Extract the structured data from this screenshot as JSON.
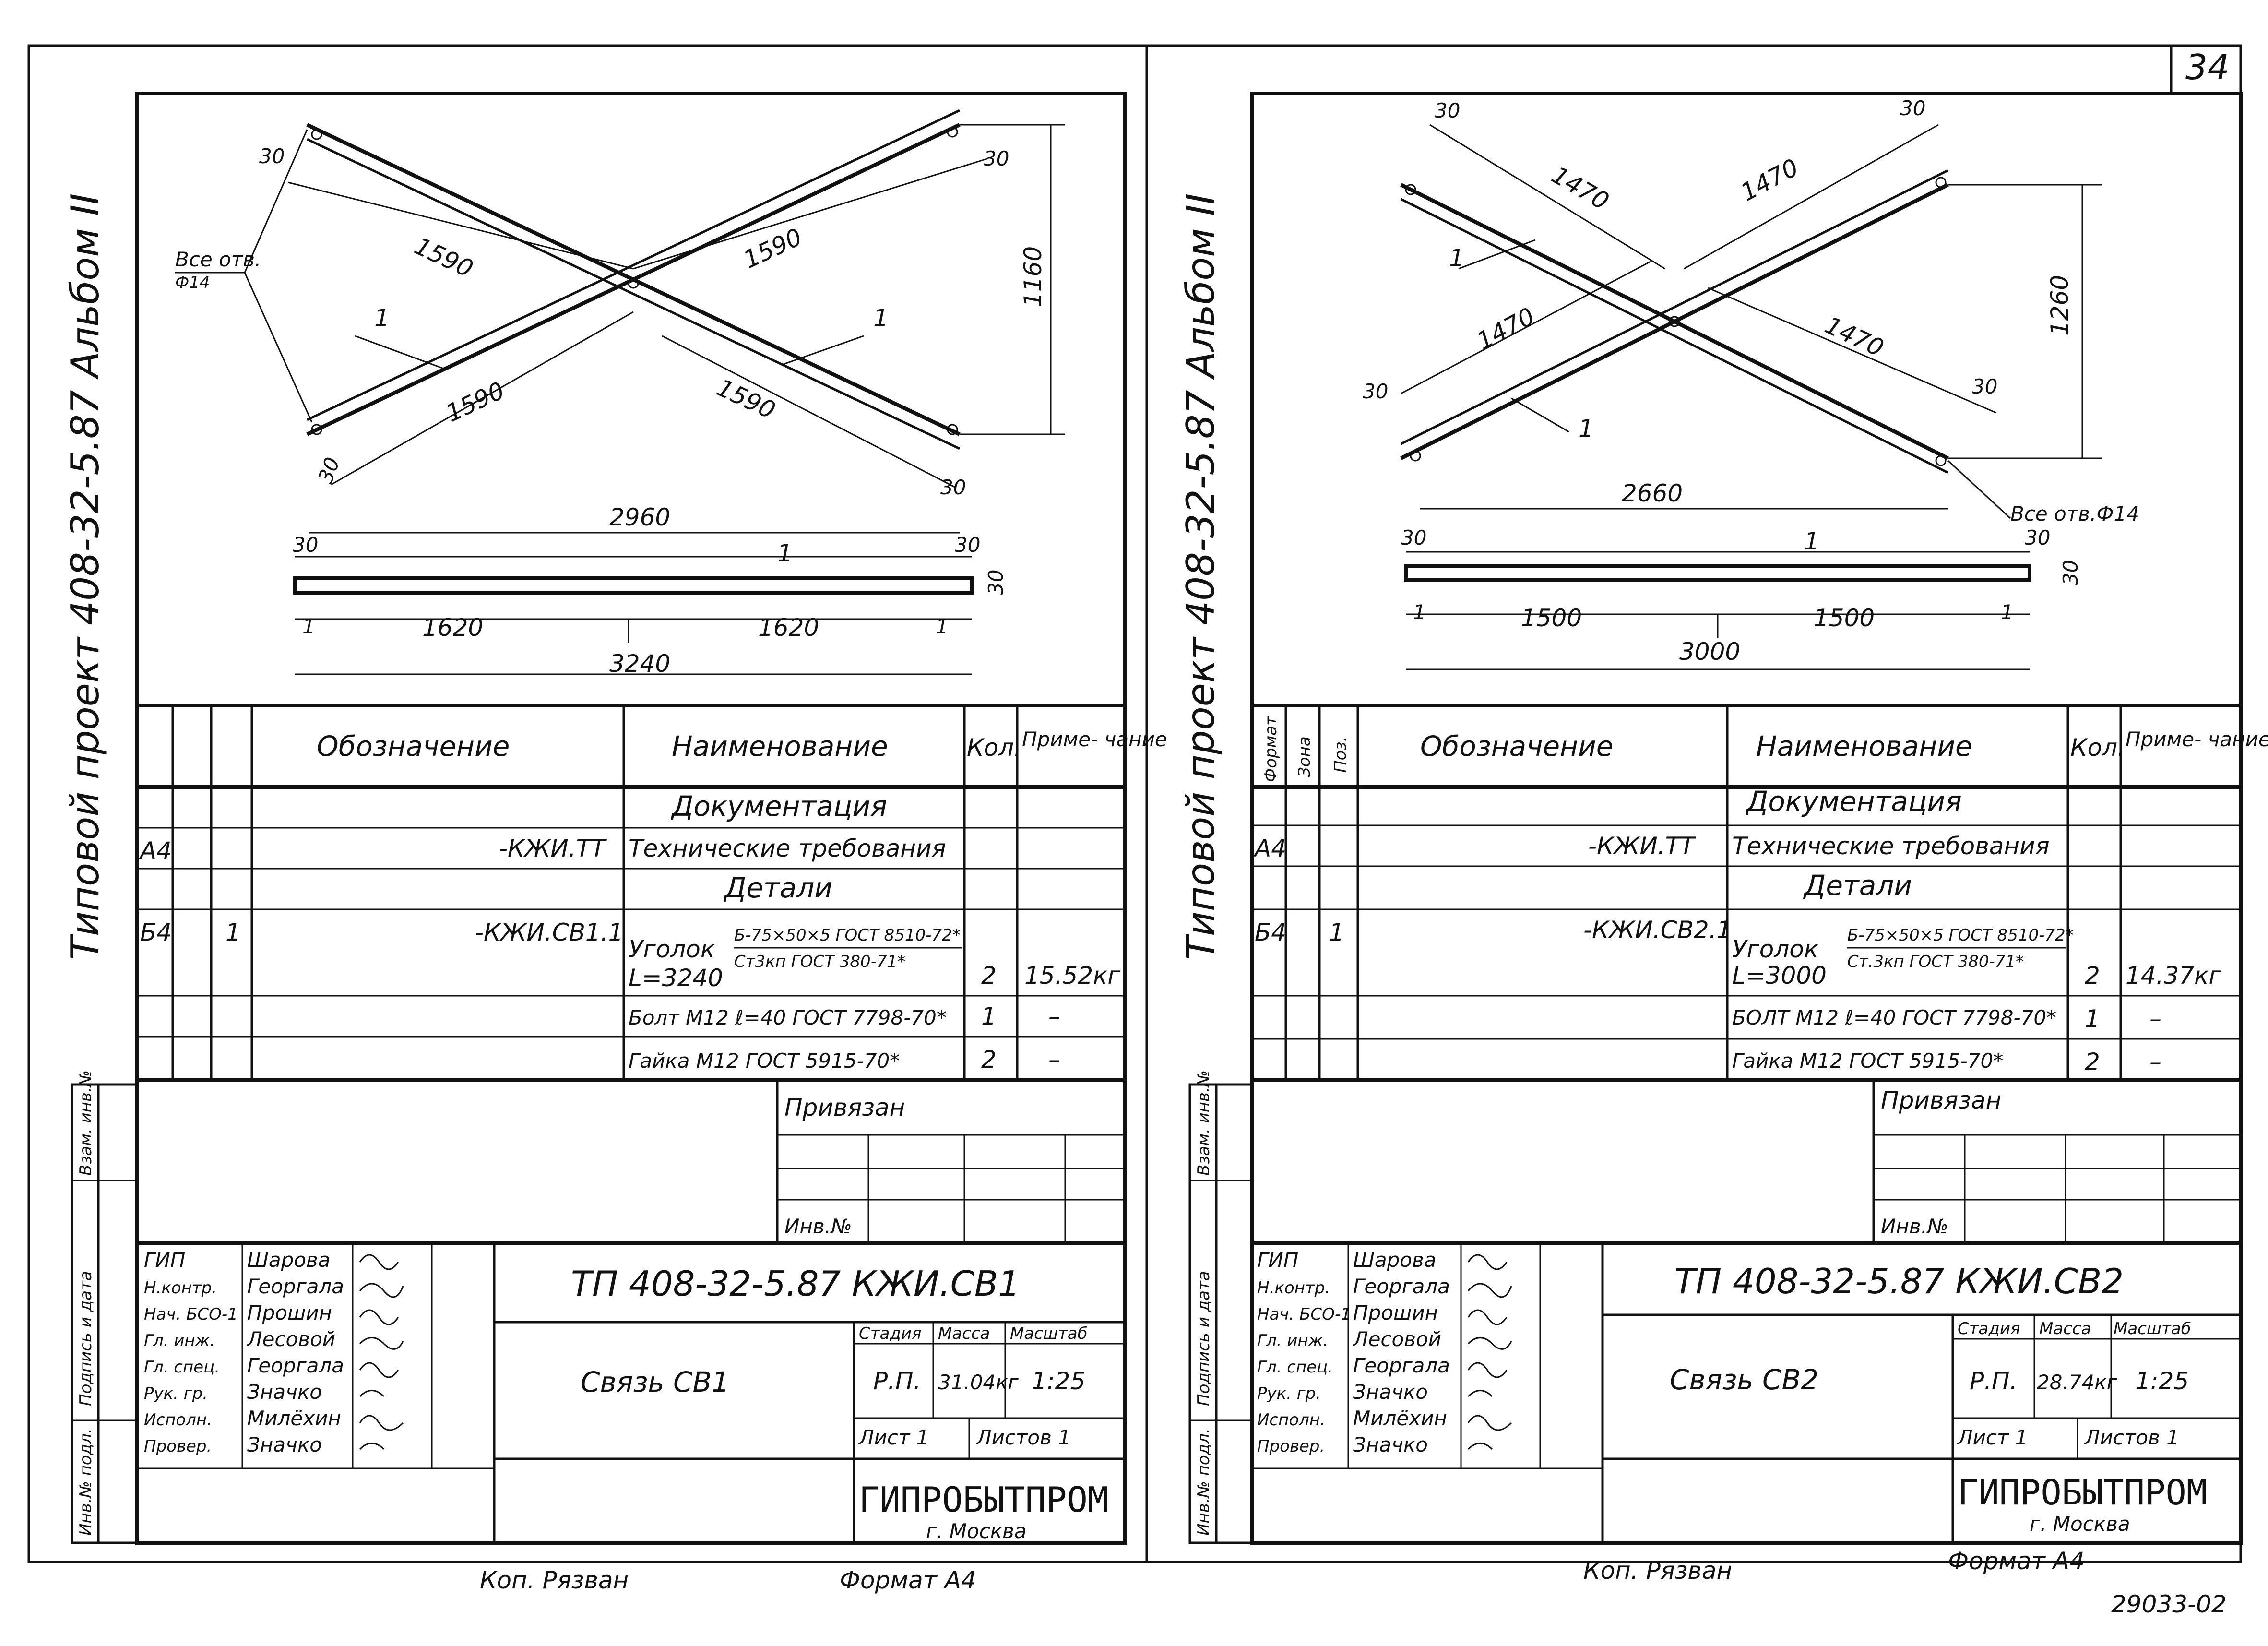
{
  "page_number": "34",
  "footer_code": "29033-02",
  "sheets": [
    {
      "id": "sheet1",
      "side_title": "Типовой проект 408-32-5.87 Альбом II",
      "dims": {
        "d_1590_a": "1590",
        "d_1590_b": "1590",
        "d_1590_c": "1590",
        "d_1590_d": "1590",
        "d_1160": "1160",
        "d_2960": "2960",
        "d_1620_a": "1620",
        "d_1620_b": "1620",
        "d_3240": "3240",
        "d_30": "30",
        "holes_note_1": "Все отв.",
        "holes_note_2": "Ф14",
        "pos": "1",
        "sec_a": "1",
        "sec_b": "1"
      },
      "table_headers": {
        "c_designation": "Обозначение",
        "c_name": "Наименование",
        "c_qty": "Кол.",
        "c_note": "Приме-\nчание"
      },
      "rows": {
        "section_doc": "Документация",
        "r1_format": "А4",
        "r1_designation": "-КЖИ.ТТ",
        "r1_name": "Технические требования",
        "section_parts": "Детали",
        "r2_format": "Б4",
        "r2_pos": "1",
        "r2_designation": "-КЖИ.СВ1.1",
        "r2_name_1": "Уголок",
        "r2_name_2": "L=3240",
        "r2_spec_1": "Б-75×50×5 ГОСТ 8510-72*",
        "r2_spec_2": "Ст3кп ГОСТ 380-71*",
        "r2_qty": "2",
        "r2_note": "15.52кг",
        "r3_name": "Болт М12 ℓ=40 ГОСТ 7798-70*",
        "r3_qty": "1",
        "r3_note": "–",
        "r4_name": "Гайка М12 ГОСТ 5915-70*",
        "r4_qty": "2",
        "r4_note": "–"
      },
      "stamp": {
        "linked": "Привязан",
        "inv": "Инв.№",
        "doc_code": "ТП 408-32-5.87 КЖИ.СВ1",
        "title": "Связь СВ1",
        "h_stage": "Стадия",
        "h_mass": "Масса",
        "h_scale": "Масштаб",
        "stage": "Р.П.",
        "mass": "31.04кг",
        "scale": "1:25",
        "sheet": "Лист 1",
        "sheets": "Листов 1",
        "org": "ГИПРОБЫТПРОМ",
        "city": "г. Москва",
        "roles": [
          "ГИП",
          "Н.контр.",
          "Нач. БСО-1",
          "Гл. инж.",
          "Гл. спец.",
          "Рук. гр.",
          "Исполн.",
          "Провер."
        ],
        "names": [
          "Шарова",
          "Георгала",
          "Прошин",
          "Лесовой",
          "Георгала",
          "Значко",
          "Милёхин",
          "Значко"
        ]
      },
      "left_strip": [
        "Инв.№ подл.",
        "Подпись и дата",
        "Взам. инв.№"
      ],
      "below_left": "Коп. Рязван",
      "below_right": "Формат А4"
    },
    {
      "id": "sheet2",
      "side_title": "Типовой проект 408-32-5.87 Альбом II",
      "dims": {
        "d_1470_a": "1470",
        "d_1470_b": "1470",
        "d_1470_c": "1470",
        "d_1470_d": "1470",
        "d_1260": "1260",
        "d_2660": "2660",
        "d_1500_a": "1500",
        "d_1500_b": "1500",
        "d_3000": "3000",
        "d_30": "30",
        "holes_note": "Все отв.Ф14",
        "pos": "1",
        "sec_a": "1",
        "sec_b": "1"
      },
      "table_headers": {
        "c_format": "Формат",
        "c_zone": "Зона",
        "c_pos": "Поз.",
        "c_designation": "Обозначение",
        "c_name": "Наименование",
        "c_qty": "Кол.",
        "c_note": "Приме-\nчание"
      },
      "rows": {
        "section_doc": "Документация",
        "r1_format": "А4",
        "r1_designation": "-КЖИ.ТТ",
        "r1_name": "Технические требования",
        "section_parts": "Детали",
        "r2_format": "Б4",
        "r2_pos": "1",
        "r2_designation": "-КЖИ.СВ2.1",
        "r2_name_1": "Уголок",
        "r2_name_2": "L=3000",
        "r2_spec_1": "Б-75×50×5 ГОСТ 8510-72*",
        "r2_spec_2": "Ст.3кп ГОСТ 380-71*",
        "r2_qty": "2",
        "r2_note": "14.37кг",
        "r3_name": "БОЛТ М12 ℓ=40 ГОСТ 7798-70*",
        "r3_qty": "1",
        "r3_note": "–",
        "r4_name": "Гайка М12 ГОСТ 5915-70*",
        "r4_qty": "2",
        "r4_note": "–"
      },
      "stamp": {
        "linked": "Привязан",
        "inv": "Инв.№",
        "doc_code": "ТП 408-32-5.87 КЖИ.СВ2",
        "title": "Связь СВ2",
        "h_stage": "Стадия",
        "h_mass": "Масса",
        "h_scale": "Масштаб",
        "stage": "Р.П.",
        "mass": "28.74кг",
        "scale": "1:25",
        "sheet": "Лист 1",
        "sheets": "Листов 1",
        "org": "ГИПРОБЫТПРОМ",
        "city": "г. Москва",
        "roles": [
          "ГИП",
          "Н.контр.",
          "Нач. БСО-1",
          "Гл. инж.",
          "Гл. спец.",
          "Рук. гр.",
          "Исполн.",
          "Провер."
        ],
        "names": [
          "Шарова",
          "Георгала",
          "Прошин",
          "Лесовой",
          "Георгала",
          "Значко",
          "Милёхин",
          "Значко"
        ]
      },
      "left_strip": [
        "Инв.№ подл.",
        "Подпись и дата",
        "Взам. инв.№"
      ],
      "below_left": "Коп. Рязван",
      "below_right": "Формат А4"
    }
  ]
}
